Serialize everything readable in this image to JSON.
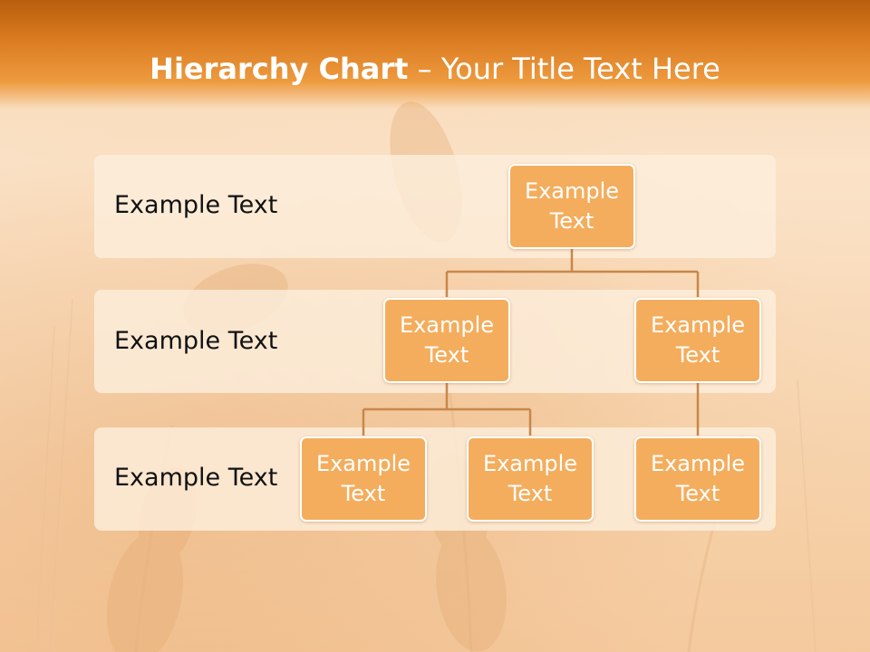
{
  "title": {
    "bold": "Hierarchy Chart",
    "rest": " – Your Title Text Here"
  },
  "levels": [
    {
      "label": "Example Text"
    },
    {
      "label": "Example Text"
    },
    {
      "label": "Example Text"
    }
  ],
  "nodes": {
    "root": "Example Text",
    "child_left": "Example Text",
    "child_right": "Example Text",
    "grandchild_1": "Example Text",
    "grandchild_2": "Example Text",
    "grandchild_3": "Example Text"
  },
  "colors": {
    "title_bar": "#d97a20",
    "node_fill": "#f4ad5d",
    "connector": "#c8874a"
  }
}
